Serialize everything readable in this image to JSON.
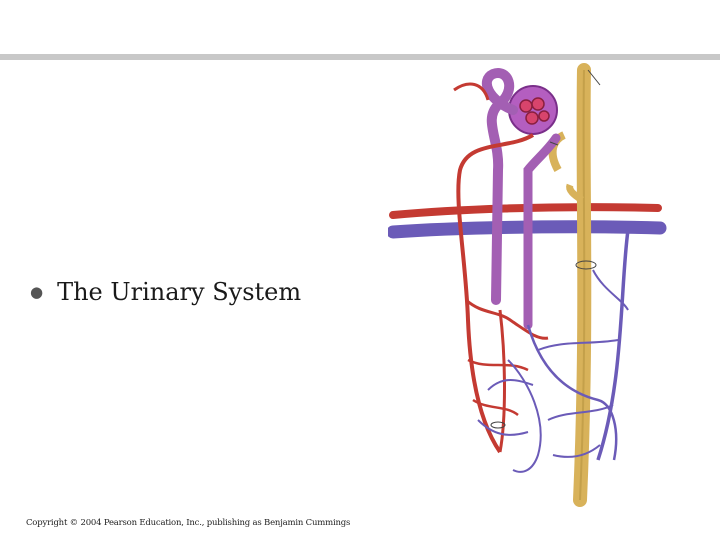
{
  "slide": {
    "bullet_text": "The Urinary System",
    "copyright": "Copyright © 2004 Pearson Education, Inc., publishing as Benjamin Cummings",
    "figure_icon": "nephron-illustration",
    "colors": {
      "rule": "#c8c8c8",
      "artery": "#c43a32",
      "vein": "#6b5bb8",
      "tubule": "#a35fb3",
      "duct": "#d8b25a"
    }
  }
}
